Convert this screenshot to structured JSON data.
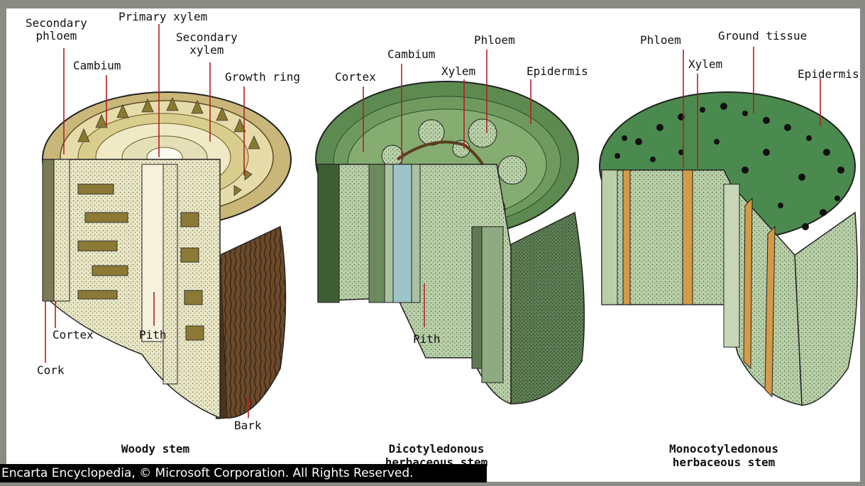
{
  "woody": {
    "secondary_phloem": "Secondary\nphloem",
    "primary_xylem": "Primary xylem",
    "secondary_xylem": "Secondary\nxylem",
    "cambium": "Cambium",
    "growth_ring": "Growth ring",
    "cortex": "Cortex",
    "pith": "Pith",
    "cork": "Cork",
    "bark": "Bark",
    "caption": "Woody stem"
  },
  "dicot": {
    "cortex": "Cortex",
    "cambium": "Cambium",
    "phloem": "Phloem",
    "xylem": "Xylem",
    "epidermis": "Epidermis",
    "pith": "Pith",
    "caption": "Dicotyledonous\nherbaceous stem"
  },
  "monocot": {
    "phloem": "Phloem",
    "ground_tissue": "Ground tissue",
    "xylem": "Xylem",
    "epidermis": "Epidermis",
    "caption": "Monocotyledonous\nherbaceous stem"
  },
  "copyright": "Encarta Encyclopedia, © Microsoft Corporation. All Rights Reserved.",
  "colors": {
    "frame": "#8b8b85",
    "leader_line": "#b32020",
    "bark": "#6b4a2b",
    "wood_light": "#efe9c6",
    "dicot_green": "#4f8f52",
    "monocot_green": "#3f7f45"
  }
}
